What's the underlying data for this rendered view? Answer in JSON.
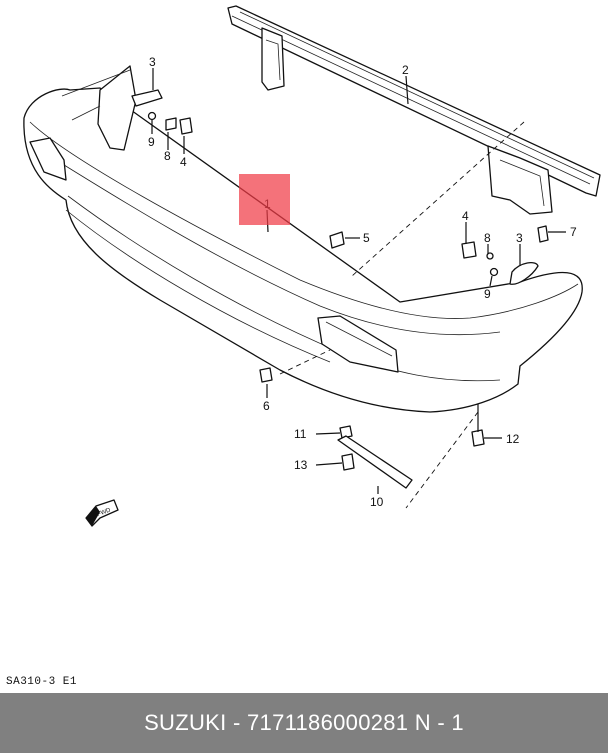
{
  "callouts": {
    "c1": "1",
    "c2": "2",
    "c3a": "3",
    "c3b": "3",
    "c4a": "4",
    "c4b": "4",
    "c5": "5",
    "c6": "6",
    "c7": "7",
    "c8a": "8",
    "c8b": "8",
    "c9a": "9",
    "c9b": "9",
    "c10": "10",
    "c11": "11",
    "c12": "12",
    "c13": "13"
  },
  "direction_marker": "FWD",
  "drawing_code": "SA310-3 E1",
  "footer": {
    "text": "SUZUKI - 7171186000281     N - 1",
    "background_color": "#808080"
  },
  "highlight_color": "#f03c46"
}
